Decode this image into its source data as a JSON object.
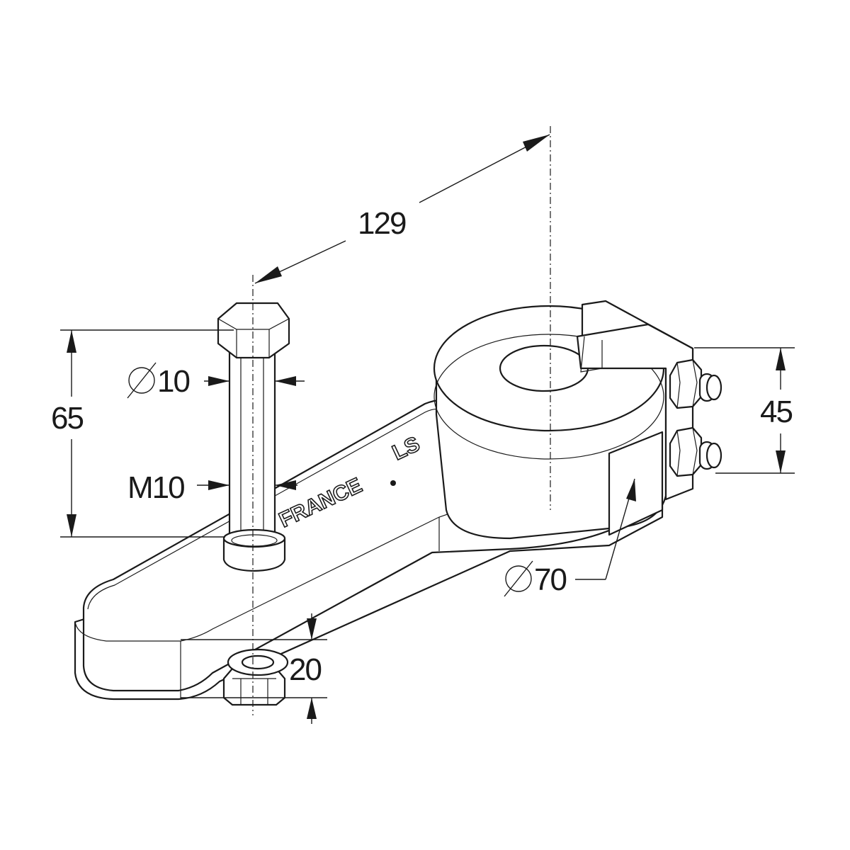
{
  "dimensions": {
    "length": "129",
    "bolt_height": "65",
    "bolt_diameter": "10",
    "thread": "M10",
    "clamp_height": "45",
    "bore_diameter": "70",
    "arm_thickness": "20"
  },
  "marking": {
    "brand": "LS",
    "country": "FRANCE"
  }
}
